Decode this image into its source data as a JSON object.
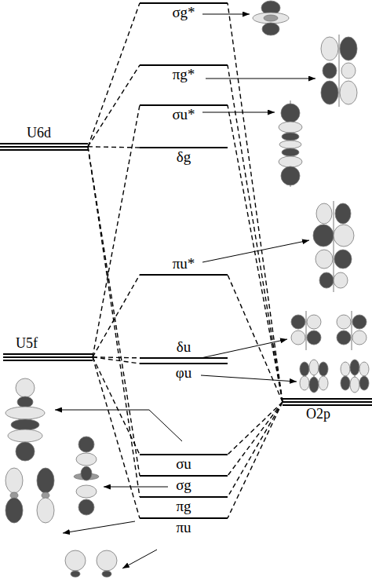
{
  "diagram": {
    "nodes": [
      {
        "text": [
          "σg*"
        ]
      },
      {
        "text": [
          "πg*"
        ]
      },
      {
        "text": [
          "σu*"
        ]
      },
      {
        "text": [
          "U6d"
        ]
      },
      {
        "text": [
          "δg"
        ]
      },
      {
        "text": [
          "πu*"
        ]
      },
      {
        "text": [
          "U5f"
        ]
      },
      {
        "text": [
          "δu"
        ]
      },
      {
        "text": [
          "φu"
        ]
      },
      {
        "text": [
          "O2p"
        ]
      },
      {
        "text": [
          "σu"
        ]
      },
      {
        "text": [
          "σg"
        ]
      },
      {
        "text": [
          "πg"
        ]
      },
      {
        "text": [
          "πu"
        ]
      }
    ],
    "edges": [
      {
        "from": 3,
        "to": 0,
        "arrow": "none"
      },
      {
        "from": 3,
        "to": 1,
        "arrow": "none"
      },
      {
        "from": 3,
        "to": 4,
        "arrow": "none"
      },
      {
        "from": 3,
        "to": 11,
        "arrow": "none"
      },
      {
        "from": 3,
        "to": 12,
        "arrow": "none"
      },
      {
        "from": 6,
        "to": 2,
        "arrow": "none"
      },
      {
        "from": 6,
        "to": 5,
        "arrow": "none"
      },
      {
        "from": 6,
        "to": 7,
        "arrow": "none"
      },
      {
        "from": 6,
        "to": 8,
        "arrow": "none"
      },
      {
        "from": 6,
        "to": 10,
        "arrow": "none"
      },
      {
        "from": 6,
        "to": 13,
        "arrow": "none"
      },
      {
        "from": 9,
        "to": 0,
        "arrow": "none"
      },
      {
        "from": 9,
        "to": 1,
        "arrow": "none"
      },
      {
        "from": 9,
        "to": 2,
        "arrow": "none"
      },
      {
        "from": 9,
        "to": 5,
        "arrow": "none"
      },
      {
        "from": 9,
        "to": 10,
        "arrow": "none"
      },
      {
        "from": 9,
        "to": 11,
        "arrow": "none"
      },
      {
        "from": 9,
        "to": 12,
        "arrow": "none"
      },
      {
        "from": 9,
        "to": 13,
        "arrow": "none"
      }
    ]
  }
}
